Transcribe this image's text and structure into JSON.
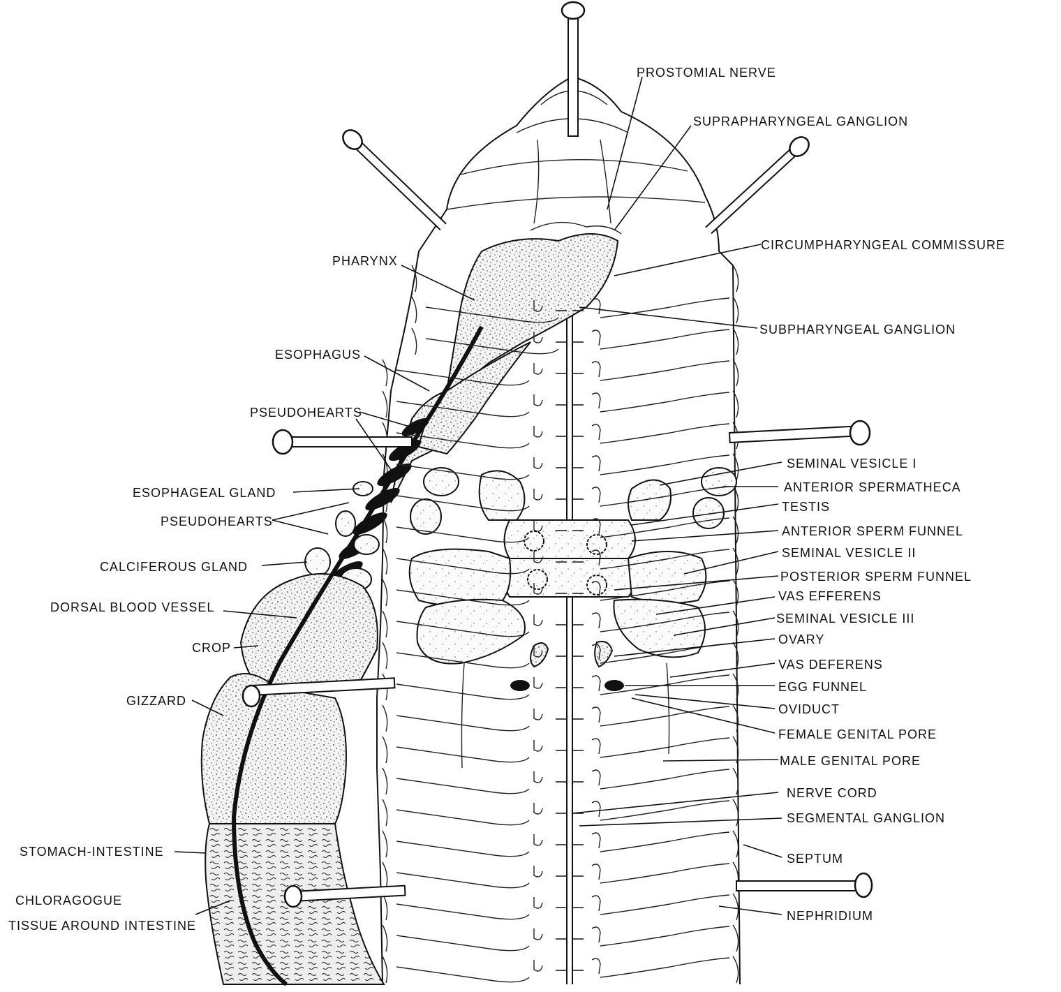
{
  "labels": {
    "prostomial_nerve": "PROSTOMIAL NERVE",
    "suprapharyngeal_ganglion": "SUPRAPHARYNGEAL GANGLION",
    "circumpharyngeal_commissure": "CIRCUMPHARYNGEAL COMMISSURE",
    "pharynx": "PHARYNX",
    "subpharyngeal_ganglion": "SUBPHARYNGEAL GANGLION",
    "esophagus": "ESOPHAGUS",
    "pseudohearts_1": "PSEUDOHEARTS",
    "esophageal_gland": "ESOPHAGEAL GLAND",
    "pseudohearts_2": "PSEUDOHEARTS",
    "calciferous_gland": "CALCIFEROUS GLAND",
    "dorsal_blood_vessel": "DORSAL BLOOD VESSEL",
    "crop": "CROP",
    "gizzard": "GIZZARD",
    "stomach_intestine": "STOMACH-INTESTINE",
    "chloragogue_1": "CHLORAGOGUE",
    "chloragogue_2": "TISSUE AROUND INTESTINE",
    "seminal_vesicle_1": "SEMINAL VESICLE I",
    "anterior_spermatheca": "ANTERIOR SPERMATHECA",
    "testis": "TESTIS",
    "anterior_sperm_funnel": "ANTERIOR SPERM FUNNEL",
    "seminal_vesicle_2": "SEMINAL VESICLE II",
    "posterior_sperm_funnel": "POSTERIOR SPERM FUNNEL",
    "vas_efferens": "VAS EFFERENS",
    "seminal_vesicle_3": "SEMINAL VESICLE III",
    "ovary": "OVARY",
    "vas_deferens": "VAS DEFERENS",
    "egg_funnel": "EGG FUNNEL",
    "oviduct": "OVIDUCT",
    "female_genital_pore": "FEMALE GENITAL PORE",
    "male_genital_pore": "MALE GENITAL PORE",
    "nerve_cord": "NERVE CORD",
    "segmental_ganglion": "SEGMENTAL GANGLION",
    "septum": "SEPTUM",
    "nephridium": "NEPHRIDIUM"
  },
  "colors": {
    "ink": "#111111",
    "paper": "#ffffff"
  }
}
